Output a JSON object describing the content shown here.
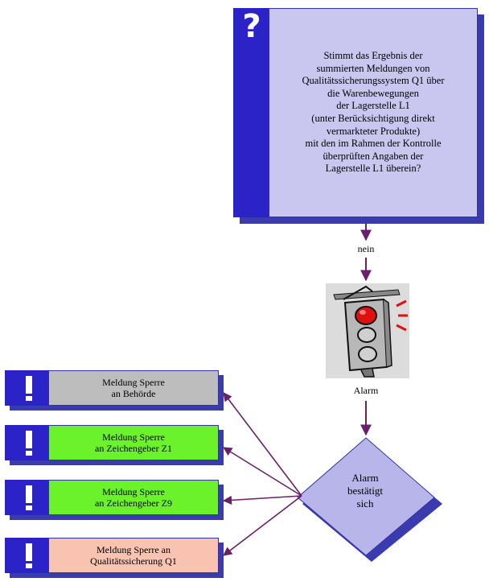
{
  "question": {
    "icon": "question-mark-icon",
    "symbol": "?",
    "text": "Stimmt das Ergebnis der\nsummierten Meldungen von\nQualitätssicherungssystem Q1 über\ndie Warenbewegungen\nder Lagerstelle L1\n(unter Berücksichtigung direkt\nvermarkteter Produkte)\nmit den im Rahmen der Kontrolle\nüberprüften Angaben der\nLagerstelle L1 überein?"
  },
  "edge_no_label": "nein",
  "alarm": {
    "icon": "traffic-light-alarm-icon",
    "label": "Alarm"
  },
  "decision": {
    "text": "Alarm\nbestätigt\nsich"
  },
  "messages": [
    {
      "text": "Meldung Sperre\nan Behörde",
      "color": "#bdbdbd",
      "icon": "exclamation-icon"
    },
    {
      "text": "Meldung Sperre\nan Zeichengeber Z1",
      "color": "#6cf22a",
      "icon": "exclamation-icon"
    },
    {
      "text": "Meldung Sperre\nan Zeichengeber Z9",
      "color": "#6cf22a",
      "icon": "exclamation-icon"
    },
    {
      "text": "Meldung Sperre an\nQualitätssicherung Q1",
      "color": "#f8c3b0",
      "icon": "exclamation-icon"
    }
  ],
  "colors": {
    "arrow": "#6a1f6a",
    "box_dark": "#2b23c8",
    "box_light": "#c9c7ef",
    "diamond": "#b7b5ea"
  }
}
